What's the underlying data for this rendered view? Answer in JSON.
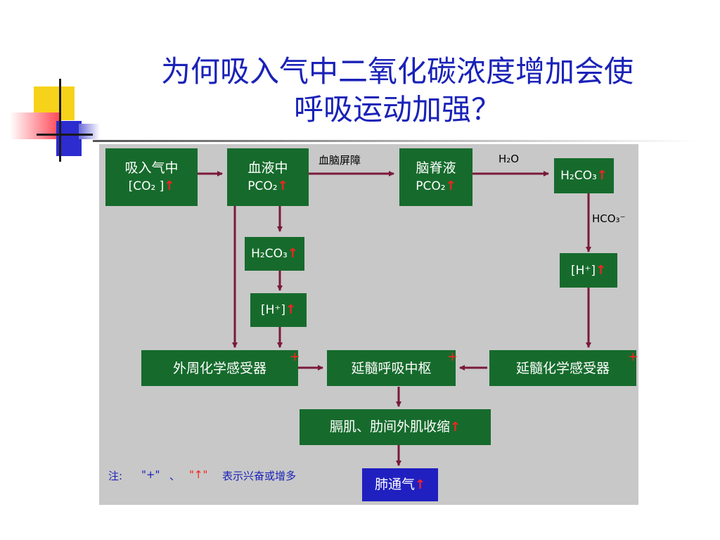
{
  "title": {
    "line1": "为何吸入气中二氧化碳浓度增加会使",
    "line2": "呼吸运动加强？"
  },
  "diagram": {
    "boxes": {
      "inhaled_co2": {
        "line1": "吸入气中",
        "line2": "[CO₂ ]",
        "mark": "↑"
      },
      "blood": {
        "line1": "血液中",
        "line2": "PCO₂",
        "mark": "↑"
      },
      "csf": {
        "line1": "脑脊液",
        "line2": "PCO₂",
        "mark": "↑"
      },
      "h2co3_right": {
        "line1": "H₂CO₃",
        "mark": "↑"
      },
      "h2co3_mid": {
        "line1": "H₂CO₃",
        "mark": "↑"
      },
      "h_mid": {
        "line1": "[H⁺]",
        "mark": "↑"
      },
      "h_right": {
        "line1": "[H⁺]",
        "mark": "↑"
      },
      "peripheral_chemoreceptor": {
        "line1": "外周化学感受器",
        "mark": "+"
      },
      "respiratory_center": {
        "line1": "延髓呼吸中枢",
        "mark": "+"
      },
      "medullary_chemoreceptor": {
        "line1": "延髓化学感受器",
        "mark": "+"
      },
      "muscles": {
        "line1": "膈肌、肋间外肌收缩",
        "mark": "↑"
      },
      "ventilation": {
        "line1": "肺通气",
        "mark": "↑"
      }
    },
    "labels": {
      "bbb": "血脑屏障",
      "h2o": "H₂O",
      "hco3": "HCO₃⁻"
    },
    "legend": {
      "prefix": "注:",
      "plus": "\"+\"",
      "sep": "、",
      "up": "\"↑\"",
      "text": "表示兴奋或增多"
    }
  },
  "colors": {
    "title": "#1a22b8",
    "box": "#166b2c",
    "highlight_box": "#2020c0",
    "arrow": "#7a1a38",
    "mark": "#ff2020"
  }
}
